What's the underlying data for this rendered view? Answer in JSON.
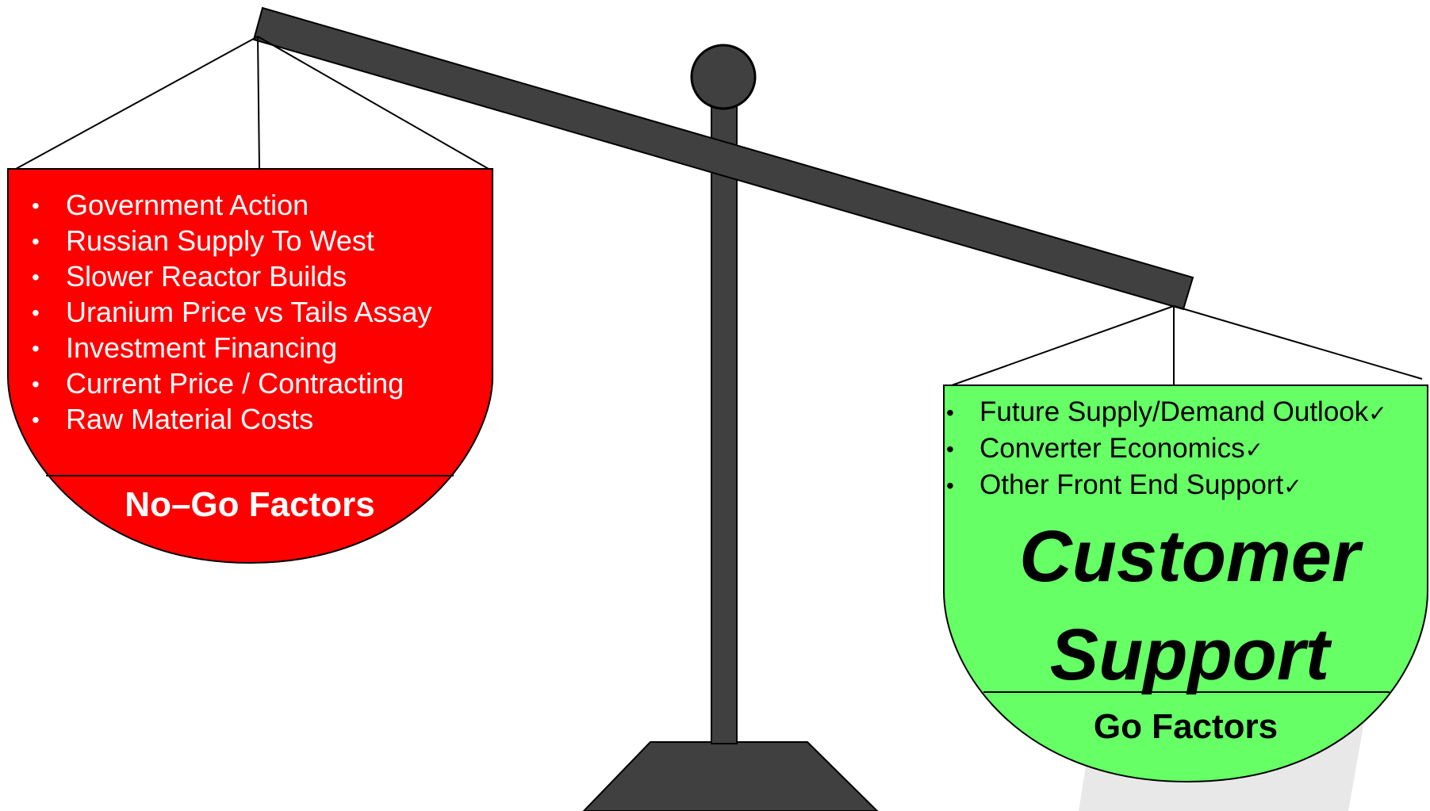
{
  "left_pan": {
    "label": "No–Go Factors",
    "color": "#ff0000",
    "items": [
      "Government Action",
      "Russian Supply To West",
      "Slower Reactor Builds",
      "Uranium Price vs Tails Assay",
      "Investment Financing",
      "Current Price / Contracting",
      "Raw Material Costs"
    ]
  },
  "right_pan": {
    "label": "Go Factors",
    "color": "#66ff66",
    "items": [
      "Future Supply/Demand Outlook",
      "Converter Economics",
      "Other Front End Support"
    ],
    "check_mark": "✓",
    "headline_line1": "Customer",
    "headline_line2": "Support"
  },
  "scale": {
    "beam_color": "#404040",
    "bullet": "•"
  }
}
